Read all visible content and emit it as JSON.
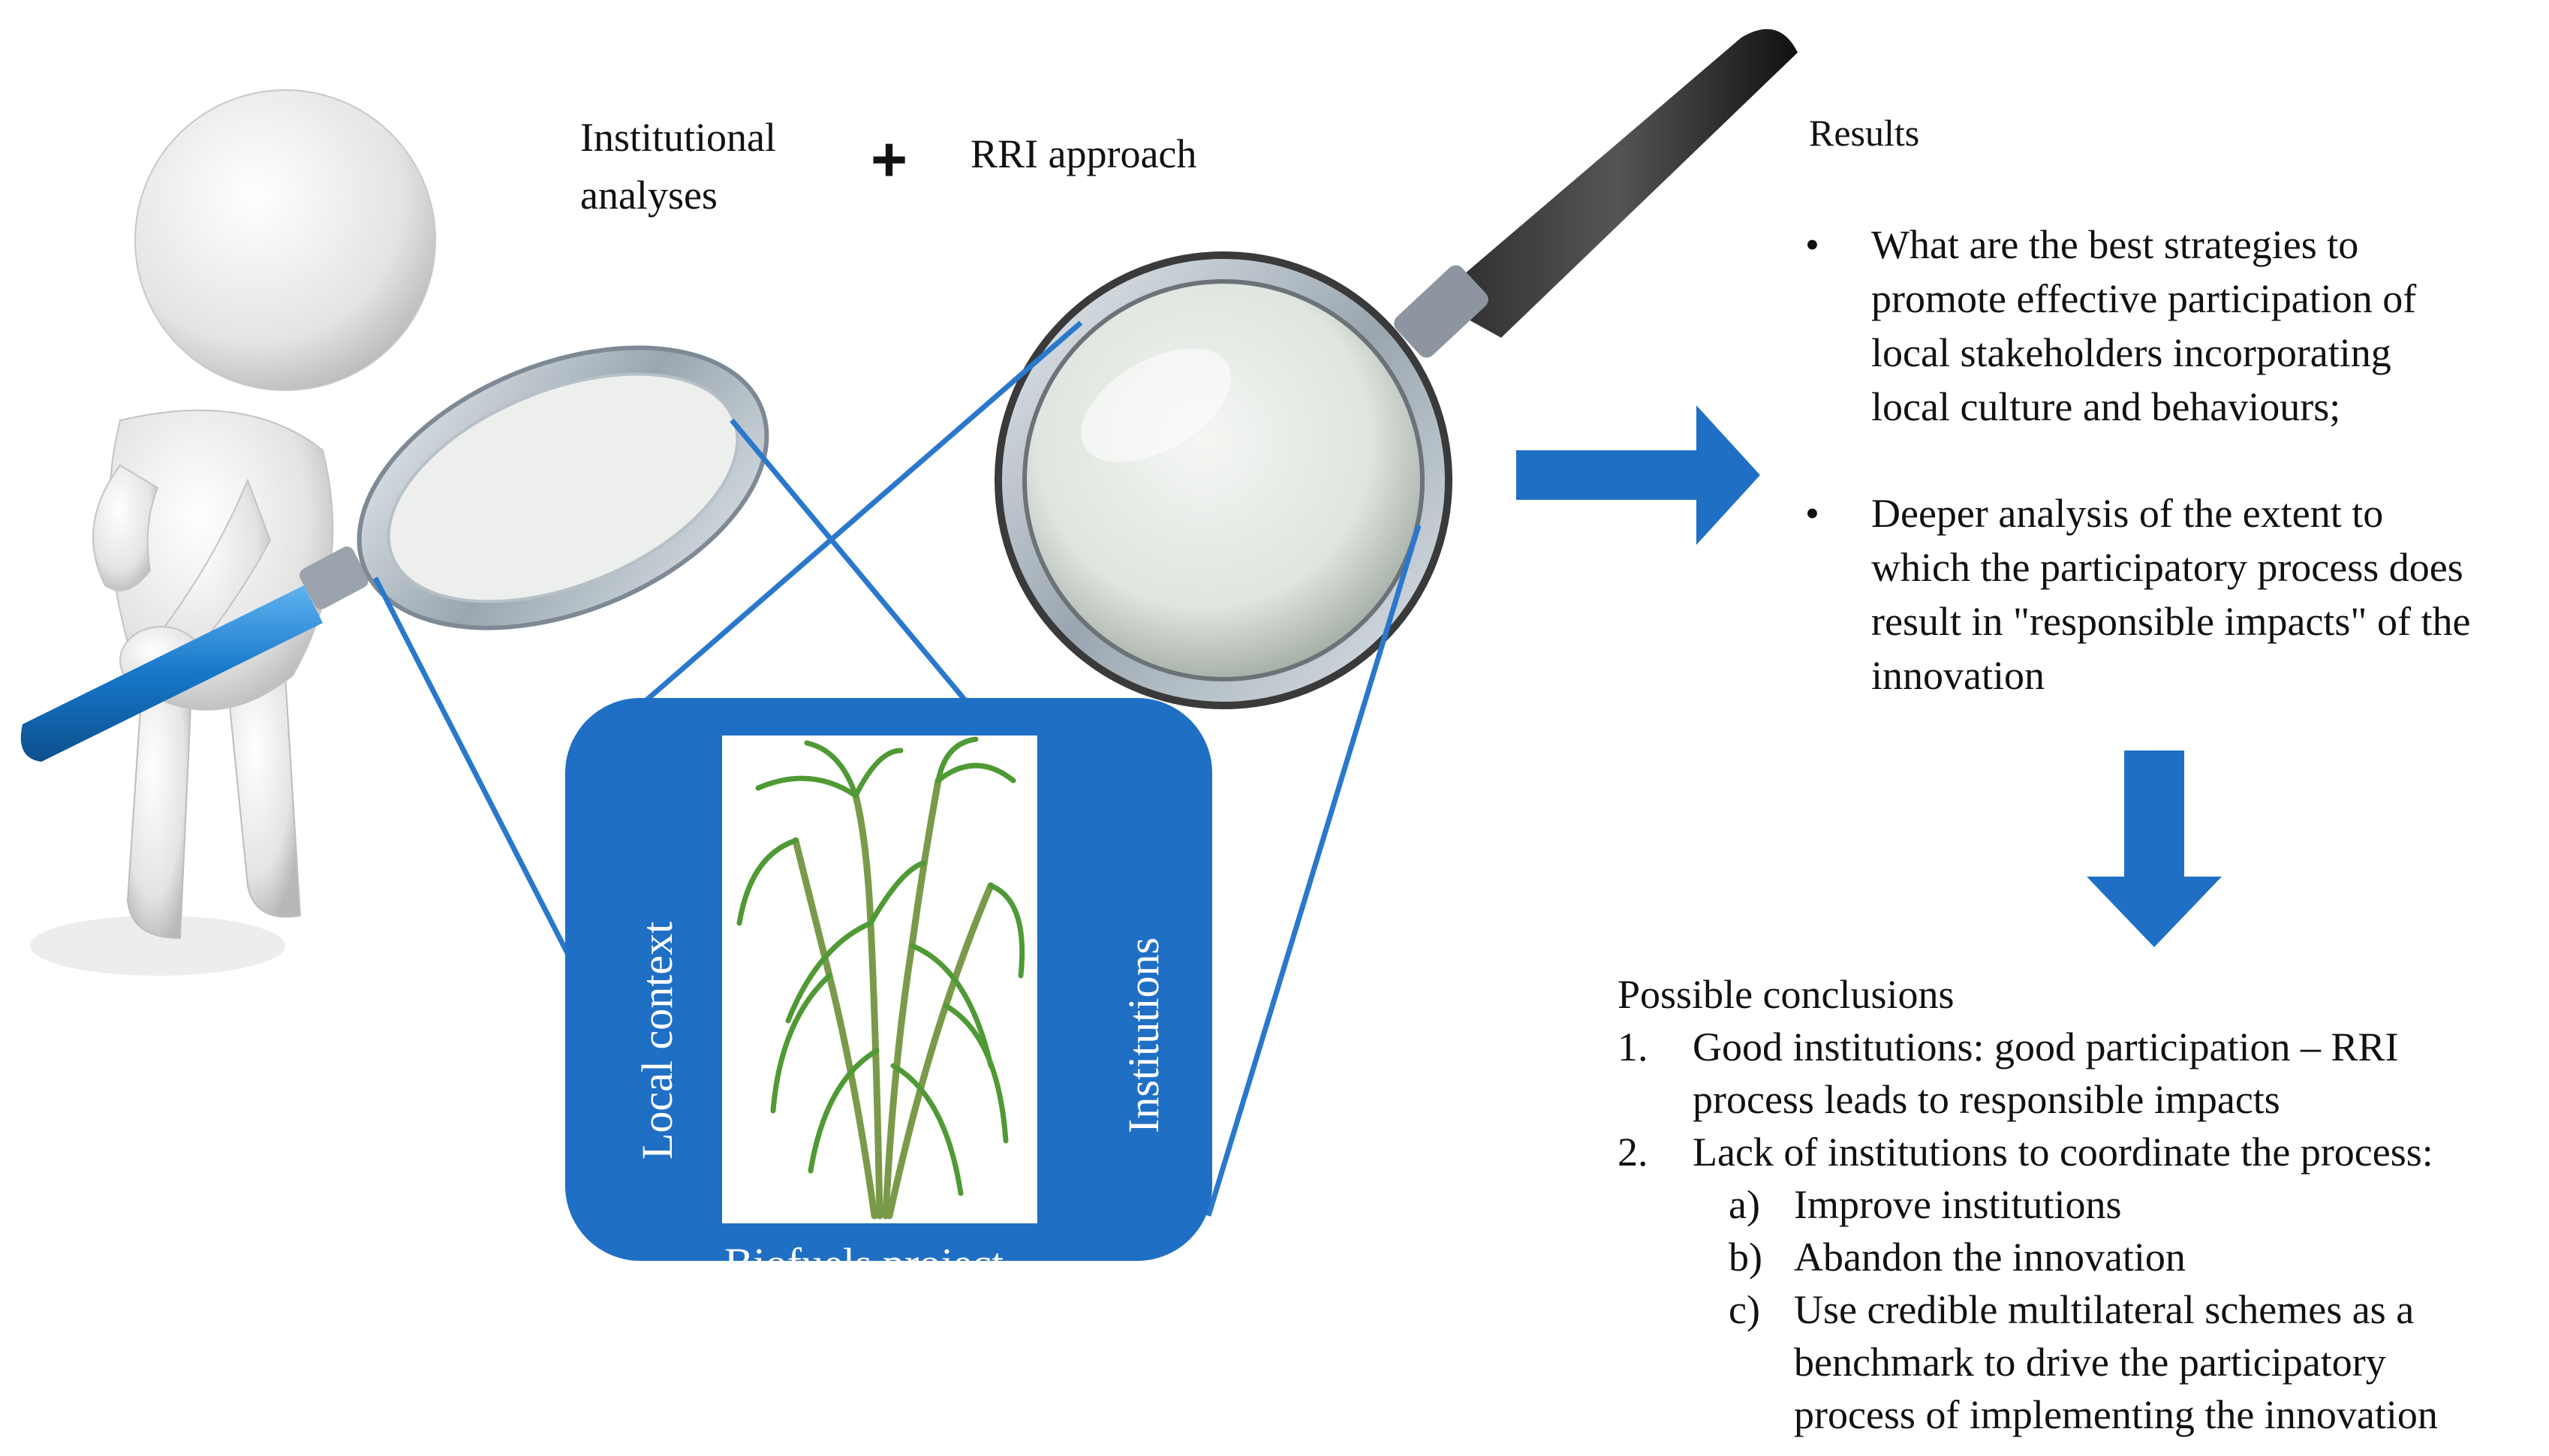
{
  "header": {
    "label_left_1": "Institutional",
    "label_left_2": "analyses",
    "plus": "+",
    "label_right": "RRI approach"
  },
  "box": {
    "left_label": "Local context",
    "right_label": "Institutions",
    "bottom_label": "Biofuels project"
  },
  "results": {
    "title": "Results",
    "bullet": "•",
    "items": [
      [
        "What are the best strategies to",
        "promote effective participation of",
        "local stakeholders incorporating",
        "local culture and behaviours;"
      ],
      [
        "Deeper analysis of the extent to",
        "which the participatory process does",
        "result in \"responsible impacts\" of the",
        "innovation"
      ]
    ]
  },
  "conclusions": {
    "title": "Possible  conclusions",
    "items": [
      {
        "num": "1.",
        "lines": [
          "Good institutions: good participation – RRI",
          "process leads to responsible impacts"
        ]
      },
      {
        "num": "2.",
        "lines": [
          "Lack of institutions to coordinate the process:"
        ]
      }
    ],
    "subitems": [
      {
        "num": "a)",
        "lines": [
          "Improve institutions"
        ]
      },
      {
        "num": "b)",
        "lines": [
          "Abandon the innovation"
        ]
      },
      {
        "num": "c)",
        "lines": [
          "Use credible multilateral schemes as a",
          "benchmark to drive the participatory",
          "process of implementing the innovation"
        ]
      }
    ]
  },
  "colors": {
    "accent": "#1f6fc5",
    "line": "#2a78cc",
    "text": "#111111"
  }
}
